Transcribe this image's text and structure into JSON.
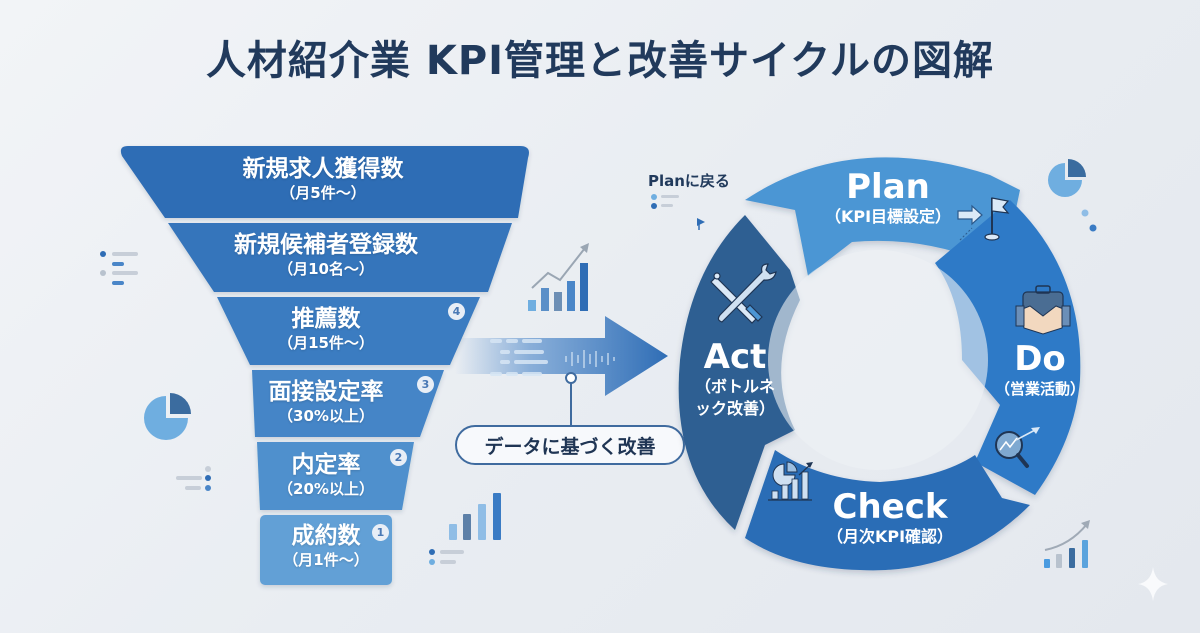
{
  "title": "人材紹介業 KPI管理と改善サイクルの図解",
  "funnel": {
    "stages": [
      {
        "label": "新規求人獲得数",
        "target": "（月5件〜）",
        "badge": ""
      },
      {
        "label": "新規候補者登録数",
        "target": "（月10名〜）",
        "badge": ""
      },
      {
        "label": "推薦数",
        "target": "（月15件〜）",
        "badge": "4"
      },
      {
        "label": "面接設定率",
        "target": "（30%以上）",
        "badge": "3"
      },
      {
        "label": "内定率",
        "target": "（20%以上）",
        "badge": "2"
      },
      {
        "label": "成約数",
        "target": "（月1件〜）",
        "badge": "1"
      }
    ],
    "colors": [
      "#2f6db5",
      "#3574bb",
      "#3b7cc1",
      "#4485c7",
      "#4f90cd",
      "#62a0d6"
    ]
  },
  "connector": {
    "label": "データに基づく改善",
    "arrow_color": "#3a7bc4"
  },
  "cycle": {
    "back_label": "Planに戻る",
    "phases": [
      {
        "name": "Plan",
        "detail": "（KPI目標設定）",
        "color": "#4c96d4",
        "icon": "goal-flag-icon"
      },
      {
        "name": "Do",
        "detail": "（営業活動）",
        "color": "#2e7ac7",
        "icon": "handshake-briefcase-icon"
      },
      {
        "name": "Check",
        "detail": "（月次KPI確認）",
        "color": "#2c6db6",
        "icon": "chart-report-icon"
      },
      {
        "name": "Act",
        "detail": "（ボトルネック改善）",
        "detail_lines": [
          "（ボトルネ",
          "ック改善）"
        ],
        "color": "#2f5e92",
        "icon": "tools-icon"
      }
    ],
    "extra_icons": [
      "magnifier-analysis-icon"
    ]
  },
  "decor": {
    "accent": "#2f6db5",
    "accent_light": "#6faee0",
    "accent_dark": "#2d5a8e",
    "neutral": "#b8c2ce"
  }
}
